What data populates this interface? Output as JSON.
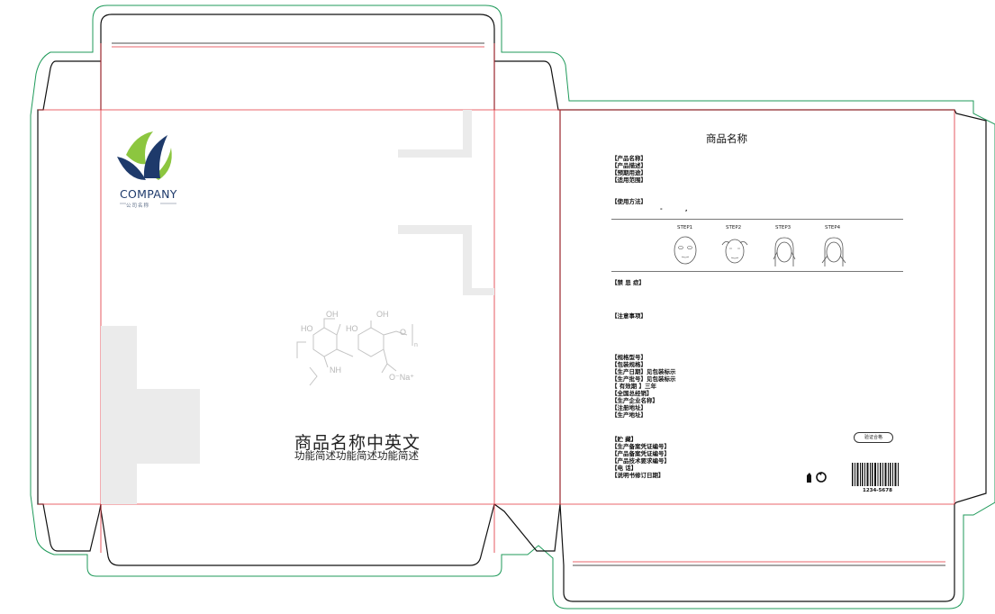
{
  "brand": {
    "name": "COMPANY",
    "subtitle": "公司名称"
  },
  "front": {
    "title": "商品名称中英文",
    "subtitle": "功能简述功能简述功能简述",
    "molecule": {
      "oh1": "OH",
      "oh2": "OH",
      "ho1": "HO",
      "ho2": "HO",
      "nh": "NH",
      "ona": "O⁻Na⁺",
      "n": "n",
      "o": "O"
    }
  },
  "back": {
    "title": "商品名称",
    "info_block_1": [
      "【产品名称】",
      "【产品描述】",
      "【预期用途】",
      "【适用范围】"
    ],
    "usage_label": "【使用方法】",
    "usage_marks": [
      "-",
      ","
    ],
    "steps": [
      {
        "label": "STEP1",
        "icon": "mask-face-icon"
      },
      {
        "label": "STEP2",
        "icon": "massage-face-icon"
      },
      {
        "label": "STEP3",
        "icon": "pat-face-icon"
      },
      {
        "label": "STEP4",
        "icon": "press-face-icon"
      }
    ],
    "contraindication_label": "【禁 忌 症】",
    "caution_label": "【注意事项】",
    "spec_block": [
      "【规格型号】",
      "【包装规格】",
      "【生产日期】见包装标示",
      "【生产批号】见包装标示",
      "【 有效期 】三年",
      "【全国总经销】",
      "【生产企业名称】",
      "【注册地址】",
      "【生产地址】"
    ],
    "storage_block": [
      "【贮    藏】",
      "【生产备案凭证编号】",
      "【产品备案凭证编号】",
      "【产品技术要求编号】",
      "【电    话】",
      "【说明书修订日期】"
    ],
    "verify_badge": "验证合格",
    "barcode_number": "1234-5678"
  },
  "colors": {
    "cut_line": "#111111",
    "fold_line": "#e0303a",
    "bleed_line": "#1f9a5a",
    "logo_blue": "#1e3a6b",
    "logo_green": "#8cc63f",
    "watermark": "#ebebeb"
  }
}
